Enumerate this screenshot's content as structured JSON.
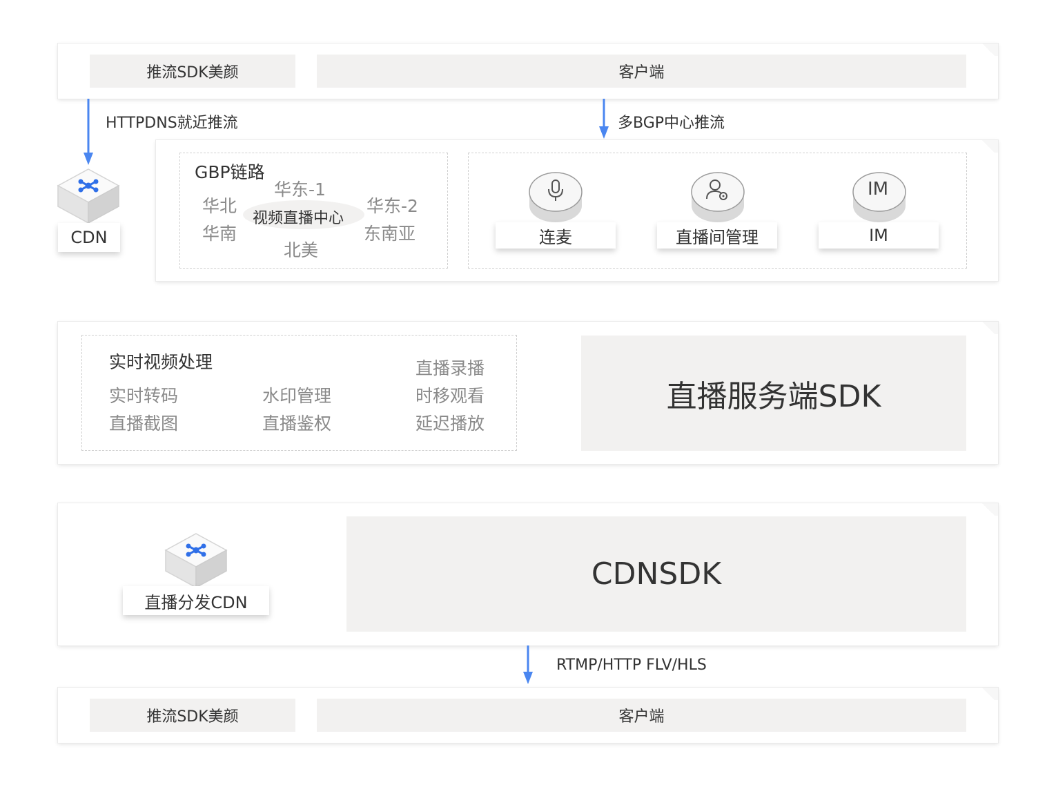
{
  "top_row": {
    "left_box": "推流SDK美颜",
    "right_box": "客户端"
  },
  "arrows": {
    "left_label": "HTTPDNS就近推流",
    "right_label": "多BGP中心推流",
    "bottom_label": "RTMP/HTTP FLV/HLS"
  },
  "cdn_node": {
    "label": "CDN"
  },
  "gbp": {
    "title": "GBP链路",
    "center": "视频直播中心",
    "regions": [
      "华东-1",
      "华北",
      "华南",
      "北美",
      "华东-2",
      "东南亚"
    ]
  },
  "services": [
    {
      "icon": "microphone-icon",
      "label": "连麦"
    },
    {
      "icon": "user-settings-icon",
      "label": "直播间管理"
    },
    {
      "icon": "im-icon",
      "icon_text": "IM",
      "label": "IM"
    }
  ],
  "processing": {
    "title": "实时视频处理",
    "col1": [
      "实时转码",
      "直播截图"
    ],
    "col2": [
      "水印管理",
      "直播鉴权"
    ],
    "col3": [
      "直播录播",
      "时移观看",
      "延迟播放"
    ],
    "sdk_box": "直播服务端SDK"
  },
  "distribution": {
    "cdn_label": "直播分发CDN",
    "sdk_box": "CDNSDK"
  },
  "bottom_row": {
    "left_box": "推流SDK美颜",
    "right_box": "客户端"
  },
  "colors": {
    "arrow": "#4a86f0",
    "node_accent": "#2f6fe8",
    "box_fill": "#f2f1f0",
    "dashed_border": "#cfcfcf"
  }
}
